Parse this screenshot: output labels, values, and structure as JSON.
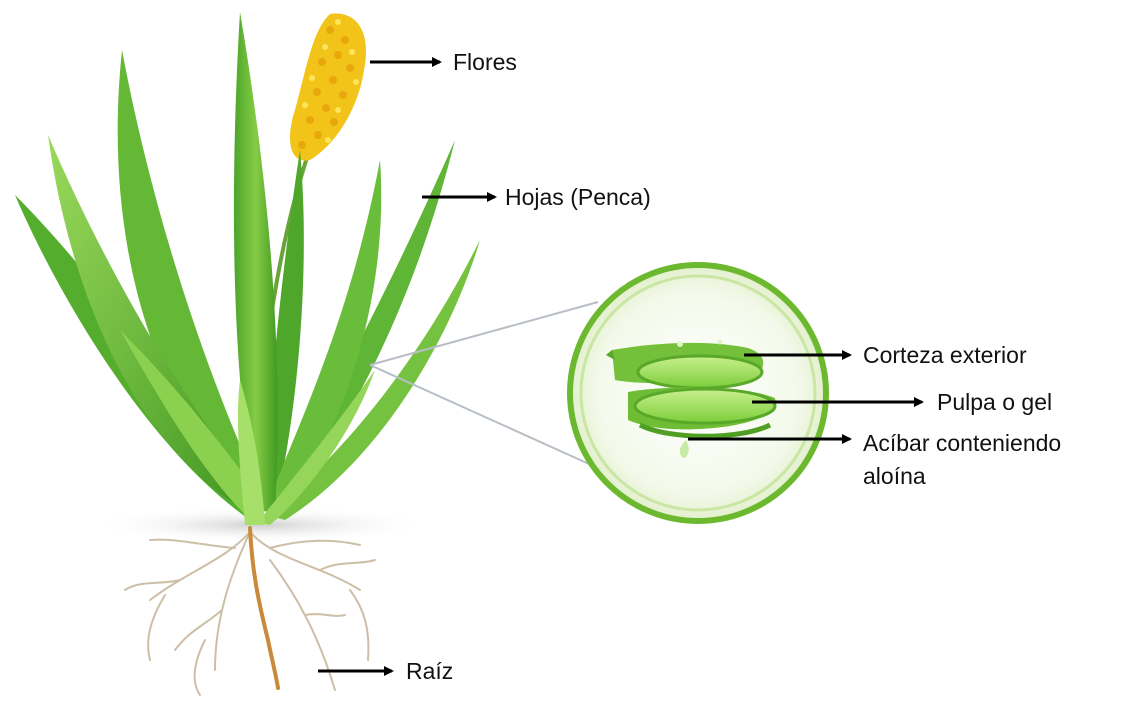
{
  "labels": {
    "flores": "Flores",
    "hojas": "Hojas (Penca)",
    "corteza": "Corteza exterior",
    "pulpa": "Pulpa o gel",
    "acibar_line1": "Acíbar conteniendo",
    "acibar_line2": "aloína",
    "raiz": "Raíz"
  },
  "colors": {
    "leaf_dark": "#3f9a22",
    "leaf_light": "#8fd14f",
    "flower": "#f2c318",
    "root": "#c9b79a",
    "arrow": "#000000"
  },
  "icons": {
    "plant": "aloe-vera-plant",
    "cross_section": "aloe-leaf-cross-section"
  }
}
